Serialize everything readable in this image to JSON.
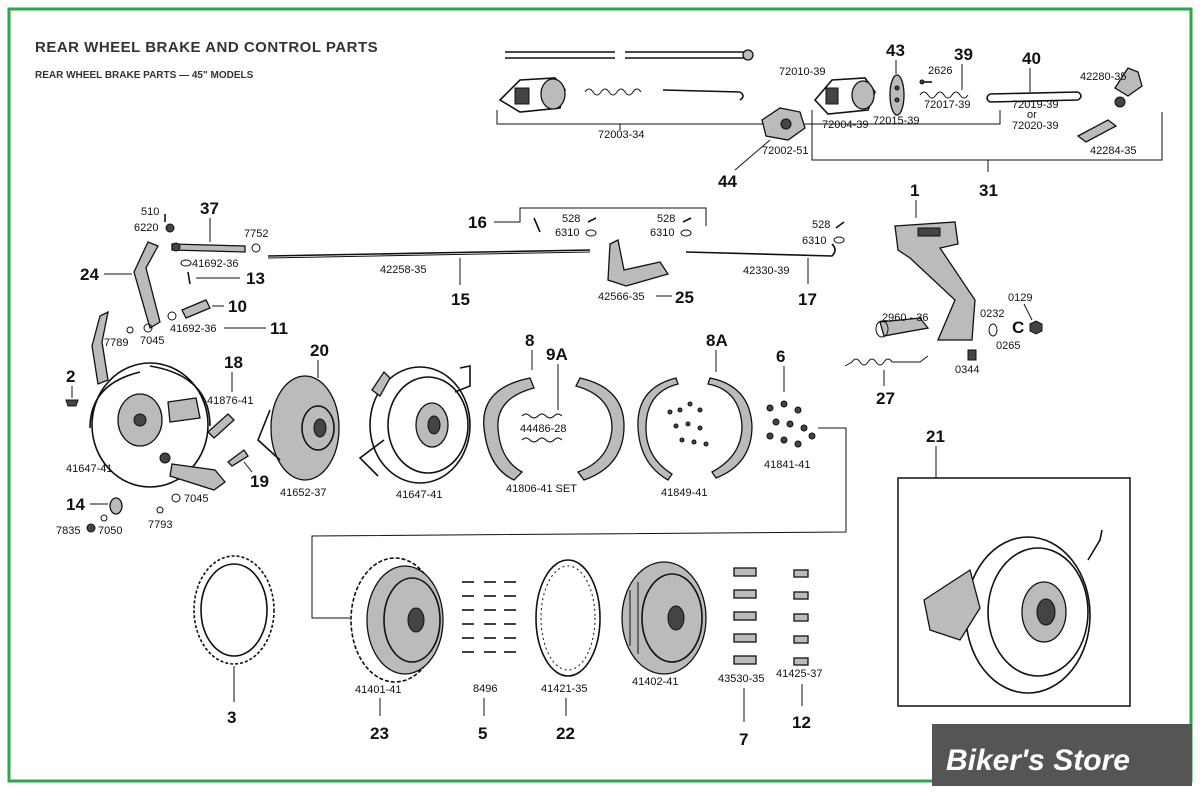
{
  "title": "REAR WHEEL BRAKE AND CONTROL PARTS",
  "subtitle": "REAR WHEEL BRAKE PARTS — 45\" MODELS",
  "store": "Biker's Store",
  "colors": {
    "frame": "#2aa84a",
    "ink": "#111111",
    "badge": "#555555"
  },
  "parts": {
    "p72003_34": "72003-34",
    "p72002_51": "72002-51",
    "p72010_39": "72010-39",
    "p72004_39": "72004-39",
    "p72015_39": "72015-39",
    "p2626": "2626",
    "p72017_39": "72017-39",
    "p72019_39": "72019-39",
    "or": "or",
    "p72020_39": "72020-39",
    "p42280_35": "42280-35",
    "p42284_35": "42284-35",
    "p510": "510",
    "p6220": "6220",
    "p7752": "7752",
    "p41692_36a": "41692-36",
    "p41692_36b": "41692-36",
    "p42258_35": "42258-35",
    "p528a": "528",
    "p6310a": "6310",
    "p528b": "528",
    "p6310b": "6310",
    "p528c": "528",
    "p6310c": "6310",
    "p42566_35": "42566-35",
    "p42330_39": "42330-39",
    "p7789": "7789",
    "p7045a": "7045",
    "p41876_41": "41876-41",
    "p41647_41a": "41647-41",
    "p7045b": "7045",
    "p7793": "7793",
    "p7835": "7835",
    "p7050": "7050",
    "p41652_37": "41652-37",
    "p41647_41b": "41647-41",
    "p44486_28": "44486-28",
    "p41806_41": "41806-41 SET",
    "p41849_41": "41849-41",
    "p41841_41": "41841-41",
    "p2960_36": "2960 - 36",
    "p0232": "0232",
    "p0129": "0129",
    "p0265": "0265",
    "p0344": "0344",
    "p41401_41": "41401-41",
    "p8496": "8496",
    "p41421_35": "41421-35",
    "p41402_41": "41402-41",
    "p43530_35": "43530-35",
    "p41425_37": "41425-37"
  },
  "refs": {
    "r43": "43",
    "r39": "39",
    "r40": "40",
    "r44": "44",
    "r31": "31",
    "r37": "37",
    "r16": "16",
    "r1": "1",
    "r24": "24",
    "r13": "13",
    "r15": "15",
    "r25": "25",
    "r17": "17",
    "r10": "10",
    "r11": "11",
    "r8": "8",
    "r9A": "9A",
    "r8A": "8A",
    "r6": "6",
    "r20": "20",
    "r18": "18",
    "r2": "2",
    "r27": "27",
    "r21": "21",
    "r19": "19",
    "r14": "14",
    "r3": "3",
    "r23": "23",
    "r5": "5",
    "r22": "22",
    "r7": "7",
    "r12": "12"
  }
}
